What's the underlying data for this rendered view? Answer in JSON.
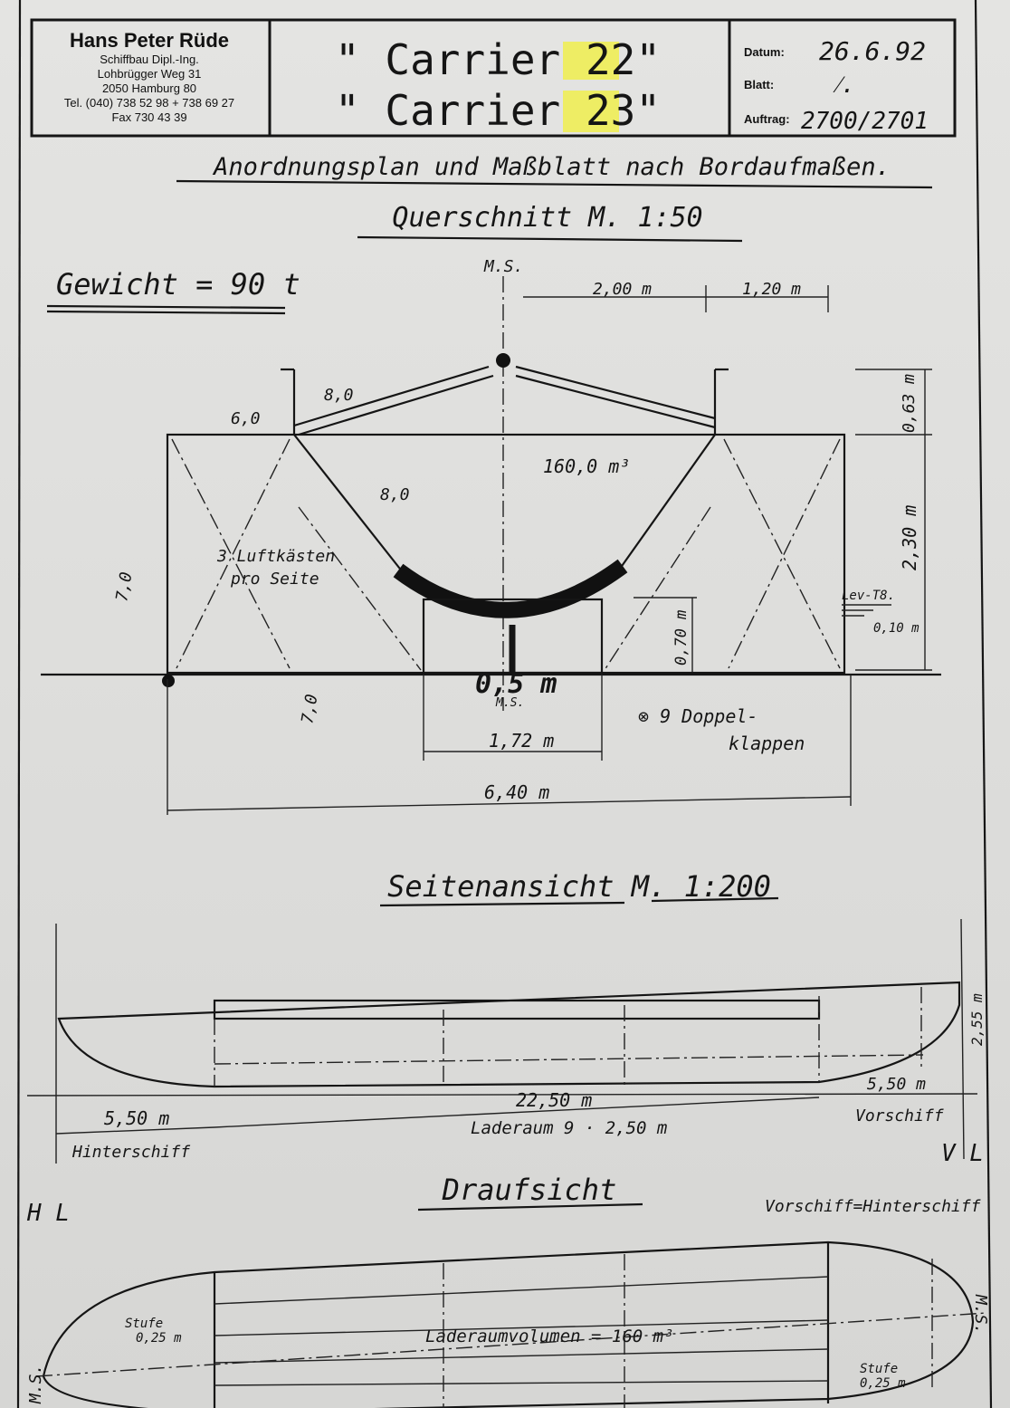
{
  "header": {
    "company": "Hans Peter Rüde",
    "profession": "Schiffbau Dipl.-Ing.",
    "street": "Lohbrügger Weg 31",
    "city": "2050 Hamburg 80",
    "phone": "Tel. (040) 738 52 98 + 738 69 27",
    "fax": "Fax 730 43 39",
    "title_line1": "\" Carrier 22\"",
    "title_line2": "\" Carrier 23\"",
    "highlight_color": "#f2f03a",
    "date_label": "Datum:",
    "date_value": "26.6.92",
    "sheet_label": "Blatt:",
    "sheet_value": "⁄.",
    "order_label": "Auftrag:",
    "order_value": "2700/2701"
  },
  "drawing_title": "Anordnungsplan und Maßblatt nach Bordaufmaßen.",
  "cross_section": {
    "title": "Querschnitt  M. 1:50",
    "weight": "Gewicht = 90 t",
    "centerline_label": "M.S.",
    "dim_top_1": "2,00 m",
    "dim_top_2": "1,20 m",
    "dim_right_1": "0,63 m",
    "dim_right_2": "2,30 m",
    "dim_inner": "0,70 m",
    "dim_box": "1,72 m",
    "dim_width": "6,40 m",
    "plate_1": "6,0",
    "plate_2": "8,0",
    "plate_3": "8,0",
    "plate_4": "7,0",
    "plate_5": "7,0",
    "volume": "160,0 m³",
    "air_boxes_1": "3 Luftkästen",
    "air_boxes_2": "pro Seite",
    "flaps_1": "⊗ 9 Doppel-",
    "flaps_2": "klappen",
    "waterline_label": "Lev-T8.",
    "waterline_value": "0,10 m",
    "bottom_label": "0,5 m",
    "bottom_cl": "M.S."
  },
  "side_view": {
    "title": "Seitenansicht  M. 1:200",
    "dim_length": "22,50 m",
    "hold": "Laderaum 9 · 2,50 m",
    "dim_aft": "5,50 m",
    "aft_label": "Hinterschiff",
    "dim_fwd": "5,50 m",
    "fwd_label": "Vorschiff",
    "dim_height": "2,55 m",
    "hl": "H L",
    "vl": "V L"
  },
  "plan_view": {
    "title": "Draufsicht",
    "note": "Vorschiff=Hinterschiff",
    "hold_volume": "Laderaumvolumen = 160 m³",
    "step_left_1": "Stufe",
    "step_left_2": "0,25 m",
    "step_right_1": "Stufe",
    "step_right_2": "0,25 m",
    "cl_right": "M.S.",
    "cl_left": "M.S."
  }
}
